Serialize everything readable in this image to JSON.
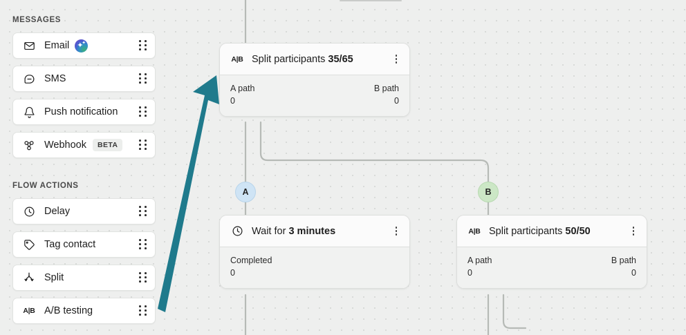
{
  "sidebar": {
    "sections": [
      {
        "label": "MESSAGES",
        "items": [
          {
            "label": "Email",
            "icon": "envelope-icon",
            "badge_ai": true
          },
          {
            "label": "SMS",
            "icon": "chat-bubble-icon"
          },
          {
            "label": "Push notification",
            "icon": "bell-icon"
          },
          {
            "label": "Webhook",
            "icon": "webhook-icon",
            "badge": "BETA"
          }
        ]
      },
      {
        "label": "FLOW ACTIONS",
        "items": [
          {
            "label": "Delay",
            "icon": "clock-icon"
          },
          {
            "label": "Tag contact",
            "icon": "tag-icon"
          },
          {
            "label": "Split",
            "icon": "split-branch-icon"
          },
          {
            "label": "A/B testing",
            "icon": "ab-testing-icon",
            "glyph": "A|B"
          }
        ]
      }
    ]
  },
  "canvas": {
    "nodes": [
      {
        "id": "split-top",
        "icon": "ab-testing-icon",
        "glyph": "A|B",
        "title_prefix": "Split participants ",
        "title_value": "35/65",
        "stats": [
          {
            "label": "A path",
            "value": "0"
          },
          {
            "label": "B path",
            "value": "0"
          }
        ]
      },
      {
        "id": "wait-node",
        "icon": "clock-icon",
        "title_prefix": "Wait for ",
        "title_value": "3 minutes",
        "stats": [
          {
            "label": "Completed",
            "value": "0"
          }
        ]
      },
      {
        "id": "split-bottom",
        "icon": "ab-testing-icon",
        "glyph": "A|B",
        "title_prefix": "Split participants ",
        "title_value": "50/50",
        "stats": [
          {
            "label": "A path",
            "value": "0"
          },
          {
            "label": "B path",
            "value": "0"
          }
        ]
      }
    ],
    "path_badges": [
      {
        "label": "A",
        "color": "#cfe4f5"
      },
      {
        "label": "B",
        "color": "#cce7c6"
      }
    ],
    "connector_color": "#b6bab6"
  },
  "annotation": {
    "type": "arrow",
    "color": "#1f7a8c",
    "points_from": "A/B testing",
    "points_to": "Split participants 35/65"
  }
}
